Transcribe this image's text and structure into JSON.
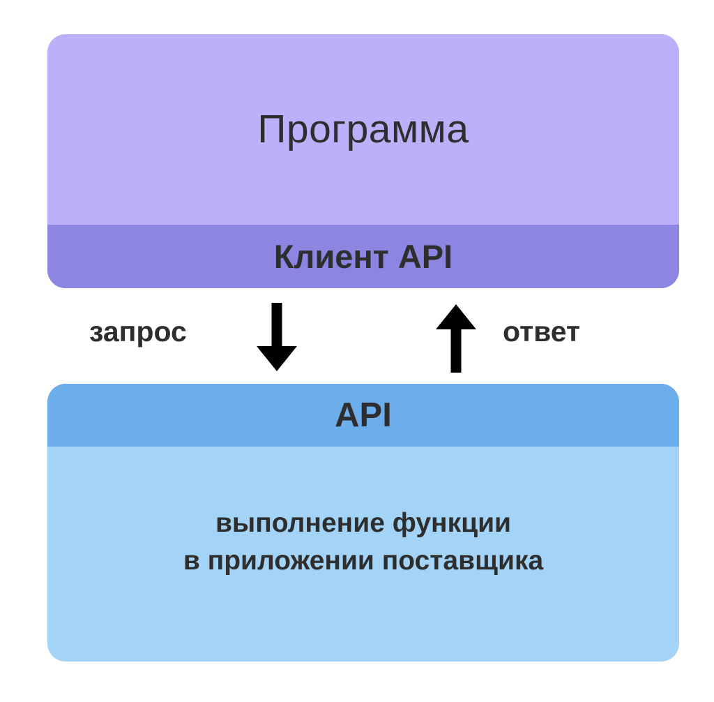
{
  "diagram": {
    "title_text": "Программа",
    "program_box": {
      "title": "Программа",
      "api_client_band_label": "Клиент API",
      "fill_color": "#bdaffa",
      "band_color": "#8c85e2"
    },
    "flow": {
      "request_label": "запрос",
      "response_label": "ответ",
      "down_arrow_icon": "arrow-down-icon",
      "up_arrow_icon": "arrow-up-icon",
      "arrow_color": "#000000"
    },
    "api_box": {
      "band_label": "API",
      "description_line_1": "выполнение функции",
      "description_line_2": "в приложении поставщика",
      "fill_color": "#a3d4f7",
      "band_color": "#6cadeb"
    },
    "text_color": "#2e2e2e",
    "background_color": "#ffffff"
  }
}
